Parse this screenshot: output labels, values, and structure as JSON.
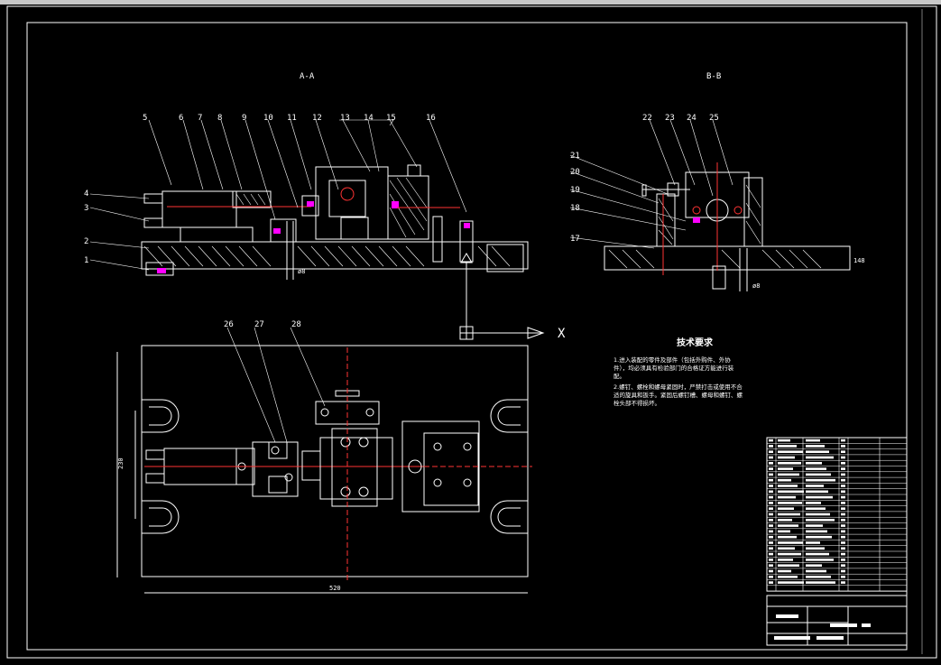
{
  "drawing": {
    "section_a": "A-A",
    "section_b": "B-B",
    "view_axis_label": "X",
    "part_numbers_a": [
      "1",
      "2",
      "3",
      "4",
      "5",
      "6",
      "7",
      "8",
      "9",
      "10",
      "11",
      "12",
      "13",
      "14",
      "15",
      "16"
    ],
    "part_numbers_b": [
      "17",
      "18",
      "19",
      "20",
      "21",
      "22",
      "23",
      "24",
      "25"
    ],
    "part_numbers_top": [
      "26",
      "27",
      "28"
    ],
    "dims": {
      "width_total": "520",
      "height_a": "230",
      "height_b": "148"
    },
    "tech_req": {
      "title": "技术要求",
      "lines": [
        "1.进入装配的零件及部件（包括外购件、外协",
        "件），均必须具有检验部门的合格证方能进行装",
        "配。",
        "2.螺钉、螺栓和螺母紧固时，严禁打击或使用不合",
        "适的旋具和扳手。紧固后螺钉槽、螺母和螺钉、螺",
        "栓头部不得损坏。"
      ]
    }
  }
}
